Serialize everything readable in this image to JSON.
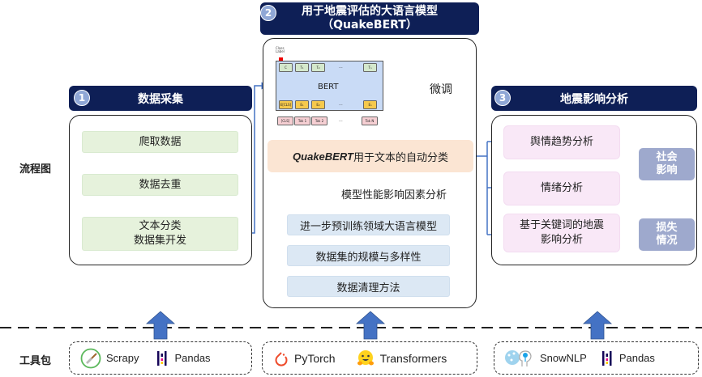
{
  "row_labels": {
    "flowchart": "流程图",
    "toolkits": "工具包"
  },
  "section1": {
    "number": "1",
    "title": "数据采集",
    "steps": [
      "爬取数据",
      "数据去重",
      "文本分类",
      "数据集开发"
    ]
  },
  "section2": {
    "number": "2",
    "title_line1": "用于地震评估的大语言模型",
    "title_line2": "（QuakeBERT）",
    "bert_diagram": {
      "class_label": "Class",
      "class_label2": "Label",
      "model_name": "BERT",
      "top_tokens": [
        "C",
        "T₁",
        "T₂",
        "...",
        "Tₙ"
      ],
      "embeddings": [
        "E[CLS]",
        "E₁",
        "E₂",
        "...",
        "Eₙ"
      ],
      "inputs": [
        "[CLS]",
        "Tok 1",
        "Tok 2",
        "...",
        "Tok N"
      ]
    },
    "finetune_label": "微调",
    "classification_bold": "QuakeBERT",
    "classification_rest": " 用于文本的自动分类",
    "factors_label": "模型性能影响因素分析",
    "factors": [
      "进一步预训练领域大语言模型",
      "数据集的规模与多样性",
      "数据清理方法"
    ]
  },
  "section3": {
    "number": "3",
    "title": "地震影响分析",
    "analyses": [
      "舆情趋势分析",
      "情绪分析",
      "基于关键词的地震",
      "影响分析"
    ],
    "outcomes": [
      {
        "line1": "社会",
        "line2": "影响"
      },
      {
        "line1": "损失",
        "line2": "情况"
      }
    ]
  },
  "toolkits": {
    "group1": [
      {
        "name": "Scrapy",
        "icon": "scrapy-icon"
      },
      {
        "name": "Pandas",
        "icon": "pandas-icon"
      }
    ],
    "group2": [
      {
        "name": "PyTorch",
        "icon": "pytorch-icon"
      },
      {
        "name": "Transformers",
        "icon": "huggingface-icon"
      }
    ],
    "group3": [
      {
        "name": "SnowNLP",
        "icon": "snownlp-icon"
      },
      {
        "name": "Pandas",
        "icon": "pandas-icon"
      }
    ]
  },
  "colors": {
    "header_bg": "#0e1f56",
    "arrow_blue": "#4472c4",
    "green_box": "#e6f2dc",
    "blue_box": "#dce8f4",
    "pink_box": "#f9e8f7",
    "orange_box": "#fbe5d3",
    "outcome_box": "#9ea9cd"
  }
}
